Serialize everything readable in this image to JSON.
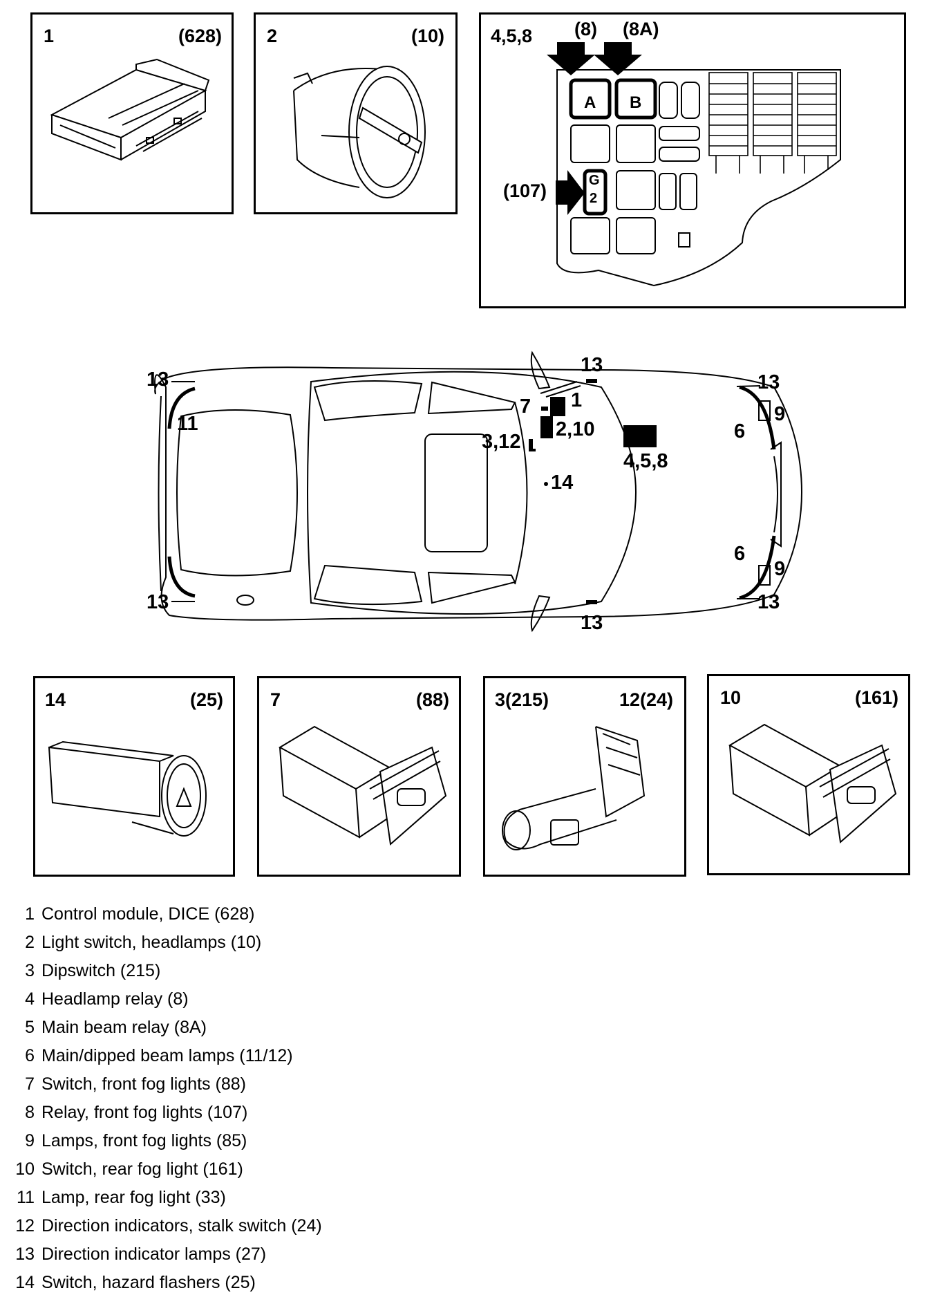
{
  "panels": {
    "p1": {
      "num": "1",
      "code": "(628)"
    },
    "p2": {
      "num": "2",
      "code": "(10)"
    },
    "p3": {
      "num": "4,5,8",
      "arrow_a": "(8)",
      "arrow_b": "(8A)",
      "relay_a": "A",
      "relay_b": "B",
      "relay_g": "G",
      "relay_g2": "2",
      "side_label": "(107)"
    },
    "p14": {
      "num": "14",
      "code": "(25)"
    },
    "p7": {
      "num": "7",
      "code": "(88)"
    },
    "p3_12": {
      "num": "3(215)",
      "code": "12(24)"
    },
    "p10": {
      "num": "10",
      "code": "(161)"
    }
  },
  "car": {
    "callouts": {
      "c13_tl": "13",
      "c11": "11",
      "c13_bl": "13",
      "c13_top": "13",
      "c1": "1",
      "c7": "7",
      "c2_10": "2,10",
      "c3_12": "3,12",
      "c4_5_8": "4,5,8",
      "c14": "14",
      "c13_tr": "13",
      "c9_t": "9",
      "c6_t": "6",
      "c6_b": "6",
      "c9_b": "9",
      "c13_br": "13",
      "c13_bot": "13"
    }
  },
  "legend": [
    {
      "num": "1",
      "text": "Control module, DICE (628)"
    },
    {
      "num": "2",
      "text": "Light switch, headlamps (10)"
    },
    {
      "num": "3",
      "text": "Dipswitch (215)"
    },
    {
      "num": "4",
      "text": "Headlamp relay (8)"
    },
    {
      "num": "5",
      "text": "Main beam relay (8A)"
    },
    {
      "num": "6",
      "text": "Main/dipped beam lamps (11/12)"
    },
    {
      "num": "7",
      "text": "Switch, front fog lights (88)"
    },
    {
      "num": "8",
      "text": "Relay, front fog lights (107)"
    },
    {
      "num": "9",
      "text": "Lamps, front fog lights (85)"
    },
    {
      "num": "10",
      "text": "Switch, rear fog light (161)"
    },
    {
      "num": "11",
      "text": "Lamp, rear fog light (33)"
    },
    {
      "num": "12",
      "text": "Direction indicators, stalk switch (24)"
    },
    {
      "num": "13",
      "text": "Direction indicator lamps (27)"
    },
    {
      "num": "14",
      "text": "Switch, hazard flashers (25)"
    }
  ]
}
